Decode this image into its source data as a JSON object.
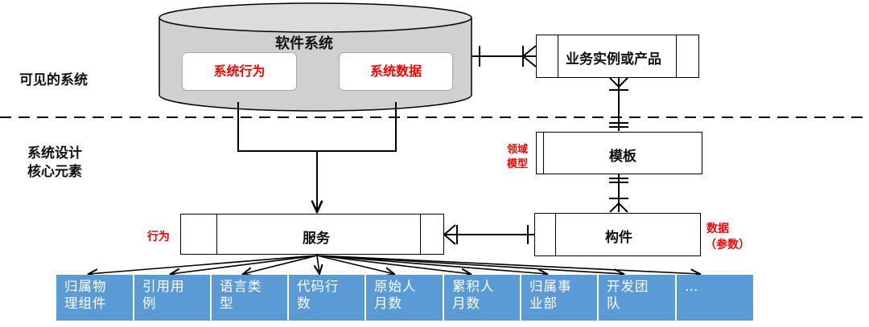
{
  "left_labels": {
    "visible_system": "可见的系统",
    "design_line1": "系统设计",
    "design_line2": "核心元素"
  },
  "software_system": {
    "title": "软件系统",
    "behavior": "系统行为",
    "data": "系统数据"
  },
  "entities": {
    "business": "业务实例或产品",
    "template": "模板",
    "service": "服务",
    "component": "构件"
  },
  "annotations": {
    "domain_model_line1": "领域",
    "domain_model_line2": "模型",
    "behavior": "行为",
    "data_line1": "数据",
    "data_line2": "（参数）"
  },
  "attributes": [
    {
      "line1": "归属物",
      "line2": "理组件"
    },
    {
      "line1": "引用用",
      "line2": "例"
    },
    {
      "line1": "语言类",
      "line2": "型"
    },
    {
      "line1": "代码行",
      "line2": "数"
    },
    {
      "line1": "原始人",
      "line2": "月数"
    },
    {
      "line1": "累积人",
      "line2": "月数"
    },
    {
      "line1": "归属事",
      "line2": "业部"
    },
    {
      "line1": "开发团",
      "line2": "队"
    },
    {
      "line1": "…",
      "line2": ""
    }
  ],
  "colors": {
    "cell_fill": "#5b9bd5",
    "cylinder_fill": "#d0d0d0",
    "accent_red": "#ff0000"
  }
}
